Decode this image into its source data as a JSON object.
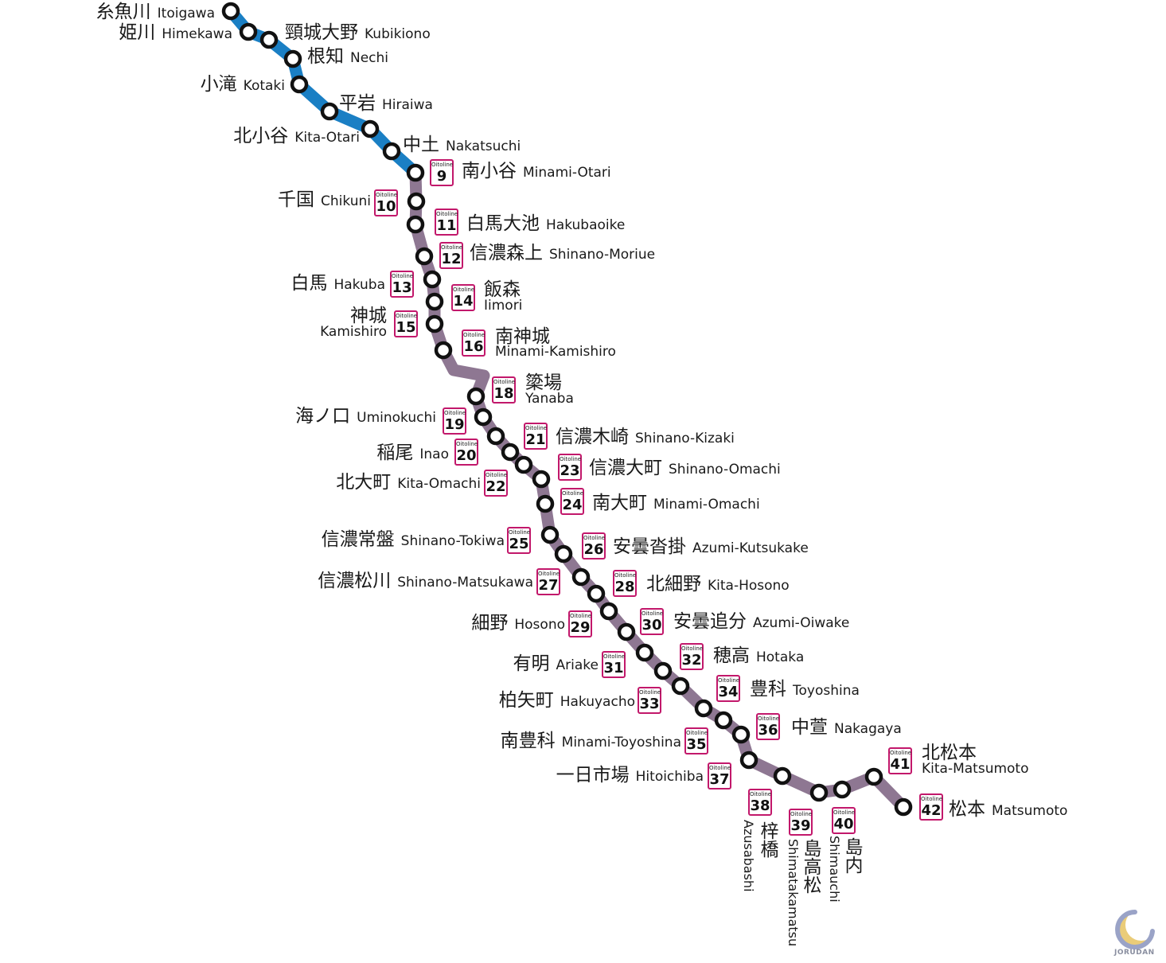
{
  "colors": {
    "oito_line": "#1a7fc4",
    "otari_line": "#8e7792",
    "badge_border": "#c2186b",
    "station_fill": "#ffffff",
    "station_stroke": "#111111"
  },
  "badge_label": "Oitoline",
  "stations": [
    {
      "jp": "糸魚川",
      "en": "Itoigawa"
    },
    {
      "jp": "姫川",
      "en": "Himekawa"
    },
    {
      "jp": "頸城大野",
      "en": "Kubikiono"
    },
    {
      "jp": "根知",
      "en": "Nechi"
    },
    {
      "jp": "小滝",
      "en": "Kotaki"
    },
    {
      "jp": "平岩",
      "en": "Hiraiwa"
    },
    {
      "jp": "北小谷",
      "en": "Kita-Otari"
    },
    {
      "jp": "中土",
      "en": "Nakatsuchi"
    },
    {
      "jp": "南小谷",
      "en": "Minami-Otari",
      "num": "9"
    },
    {
      "jp": "千国",
      "en": "Chikuni",
      "num": "10"
    },
    {
      "jp": "白馬大池",
      "en": "Hakubaoike",
      "num": "11"
    },
    {
      "jp": "信濃森上",
      "en": "Shinano-Moriue",
      "num": "12"
    },
    {
      "jp": "白馬",
      "en": "Hakuba",
      "num": "13"
    },
    {
      "jp": "飯森",
      "en": "Iimori",
      "num": "14"
    },
    {
      "jp": "神城",
      "en": "Kamishiro",
      "num": "15"
    },
    {
      "jp": "南神城",
      "en": "Minami-Kamishiro",
      "num": "16"
    },
    {
      "jp": "簗場",
      "en": "Yanaba",
      "num": "18"
    },
    {
      "jp": "海ノ口",
      "en": "Uminokuchi",
      "num": "19"
    },
    {
      "jp": "稲尾",
      "en": "Inao",
      "num": "20"
    },
    {
      "jp": "信濃木崎",
      "en": "Shinano-Kizaki",
      "num": "21"
    },
    {
      "jp": "北大町",
      "en": "Kita-Omachi",
      "num": "22"
    },
    {
      "jp": "信濃大町",
      "en": "Shinano-Omachi",
      "num": "23"
    },
    {
      "jp": "南大町",
      "en": "Minami-Omachi",
      "num": "24"
    },
    {
      "jp": "信濃常盤",
      "en": "Shinano-Tokiwa",
      "num": "25"
    },
    {
      "jp": "安曇沓掛",
      "en": "Azumi-Kutsukake",
      "num": "26"
    },
    {
      "jp": "信濃松川",
      "en": "Shinano-Matsukawa",
      "num": "27"
    },
    {
      "jp": "北細野",
      "en": "Kita-Hosono",
      "num": "28"
    },
    {
      "jp": "細野",
      "en": "Hosono",
      "num": "29"
    },
    {
      "jp": "安曇追分",
      "en": "Azumi-Oiwake",
      "num": "30"
    },
    {
      "jp": "有明",
      "en": "Ariake",
      "num": "31"
    },
    {
      "jp": "穂高",
      "en": "Hotaka",
      "num": "32"
    },
    {
      "jp": "柏矢町",
      "en": "Hakuyacho",
      "num": "33"
    },
    {
      "jp": "豊科",
      "en": "Toyoshina",
      "num": "34"
    },
    {
      "jp": "南豊科",
      "en": "Minami-Toyoshina",
      "num": "35"
    },
    {
      "jp": "中萱",
      "en": "Nakagaya",
      "num": "36"
    },
    {
      "jp": "一日市場",
      "en": "Hitoichiba",
      "num": "37"
    },
    {
      "jp": "梓橋",
      "en": "Azusabashi",
      "num": "38"
    },
    {
      "jp": "島高松",
      "en": "Shimatakamatsu",
      "num": "39"
    },
    {
      "jp": "島内",
      "en": "Shimauchi",
      "num": "40"
    },
    {
      "jp": "北松本",
      "en": "Kita-Matsumoto",
      "num": "41"
    },
    {
      "jp": "松本",
      "en": "Matsumoto",
      "num": "42"
    }
  ],
  "logo": {
    "text": "JORUDAN",
    "icon": "jorudan-moon-logo"
  }
}
